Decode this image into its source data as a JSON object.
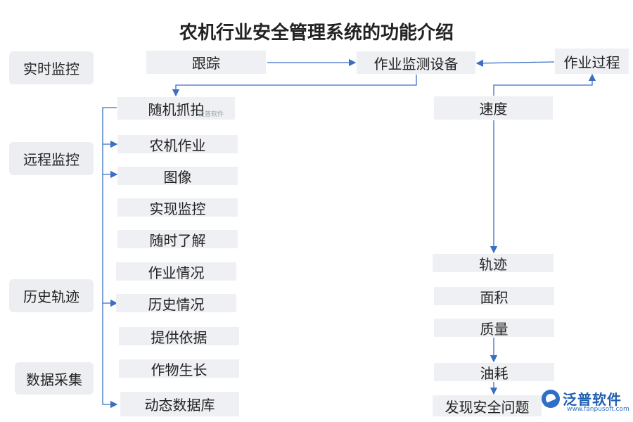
{
  "title": "农机行业安全管理系统的功能介绍",
  "categories": {
    "realtime": "实时监控",
    "remote": "远程监控",
    "history": "历史轨迹",
    "collect": "数据采集"
  },
  "top": {
    "track": "跟踪",
    "device": "作业监测设备",
    "process": "作业过程"
  },
  "left_items": [
    "随机抓拍",
    "农机作业",
    "图像",
    "实现监控",
    "随时了解",
    "作业情况",
    "历史情况",
    "提供依据",
    "作物生长",
    "动态数据库"
  ],
  "right_items": [
    "速度",
    "轨迹",
    "面积",
    "质量",
    "油耗",
    "发现安全问题"
  ],
  "watermark_small": "泛普软件",
  "brand": {
    "name": "泛普软件",
    "url": "www.fanpusoft.com"
  },
  "colors": {
    "box_fill": "#eef0f3",
    "arrow": "#3a6fc4",
    "brand": "#1f5fb3"
  }
}
